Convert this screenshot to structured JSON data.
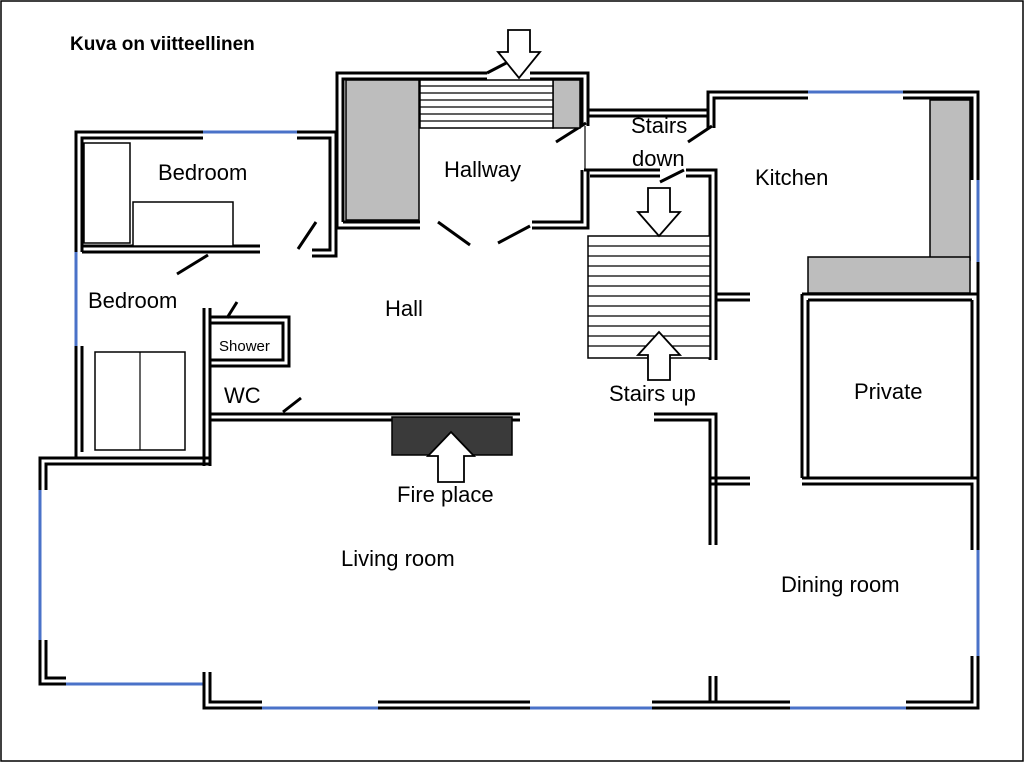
{
  "title": "Kuva on viitteellinen",
  "rooms": {
    "bedroom_top": "Bedroom",
    "bedroom_left": "Bedroom",
    "hallway": "Hallway",
    "hall": "Hall",
    "shower": "Shower",
    "wc": "WC",
    "stairs_down_line1": "Stairs",
    "stairs_down_line2": "down",
    "kitchen": "Kitchen",
    "stairs_up": "Stairs up",
    "private": "Private",
    "fire_place": "Fire place",
    "living_room": "Living room",
    "dining_room": "Dining room"
  },
  "colors": {
    "wall": "#000000",
    "window": "#4a72c8",
    "cabinet": "#bdbdbd",
    "fireplace": "#3a3a3a"
  }
}
